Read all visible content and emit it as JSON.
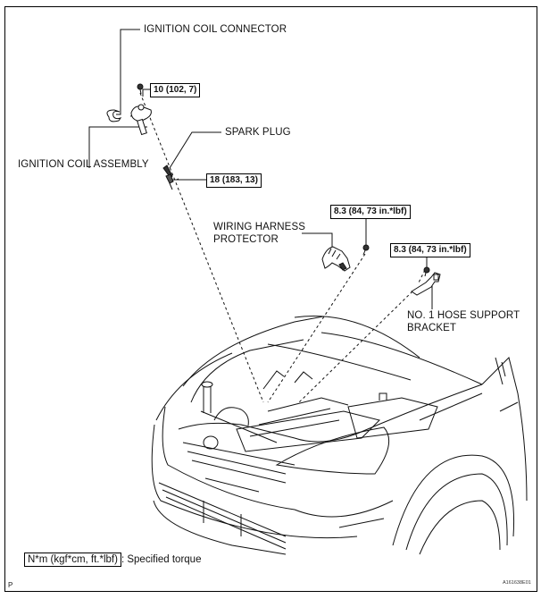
{
  "diagram": {
    "labels": {
      "ignition_coil_connector": "IGNITION COIL CONNECTOR",
      "ignition_coil_assembly": "IGNITION COIL ASSEMBLY",
      "spark_plug": "SPARK PLUG",
      "wiring_harness_protector_line1": "WIRING HARNESS",
      "wiring_harness_protector_line2": "PROTECTOR",
      "hose_support_bracket_line1": "NO. 1 HOSE SUPPORT",
      "hose_support_bracket_line2": "BRACKET"
    },
    "torque_specs": {
      "ignition_coil_bolt": "10 (102, 7)",
      "spark_plug": "18 (183, 13)",
      "wiring_harness_protector_bolt": "8.3 (84, 73 in.*lbf)",
      "hose_support_bracket_bolt": "8.3 (84, 73 in.*lbf)"
    },
    "legend": {
      "unit_box": "N*m (kgf*cm, ft.*lbf)",
      "description": ": Specified torque"
    },
    "corner_mark": "P",
    "figure_id": "A161638E01"
  }
}
